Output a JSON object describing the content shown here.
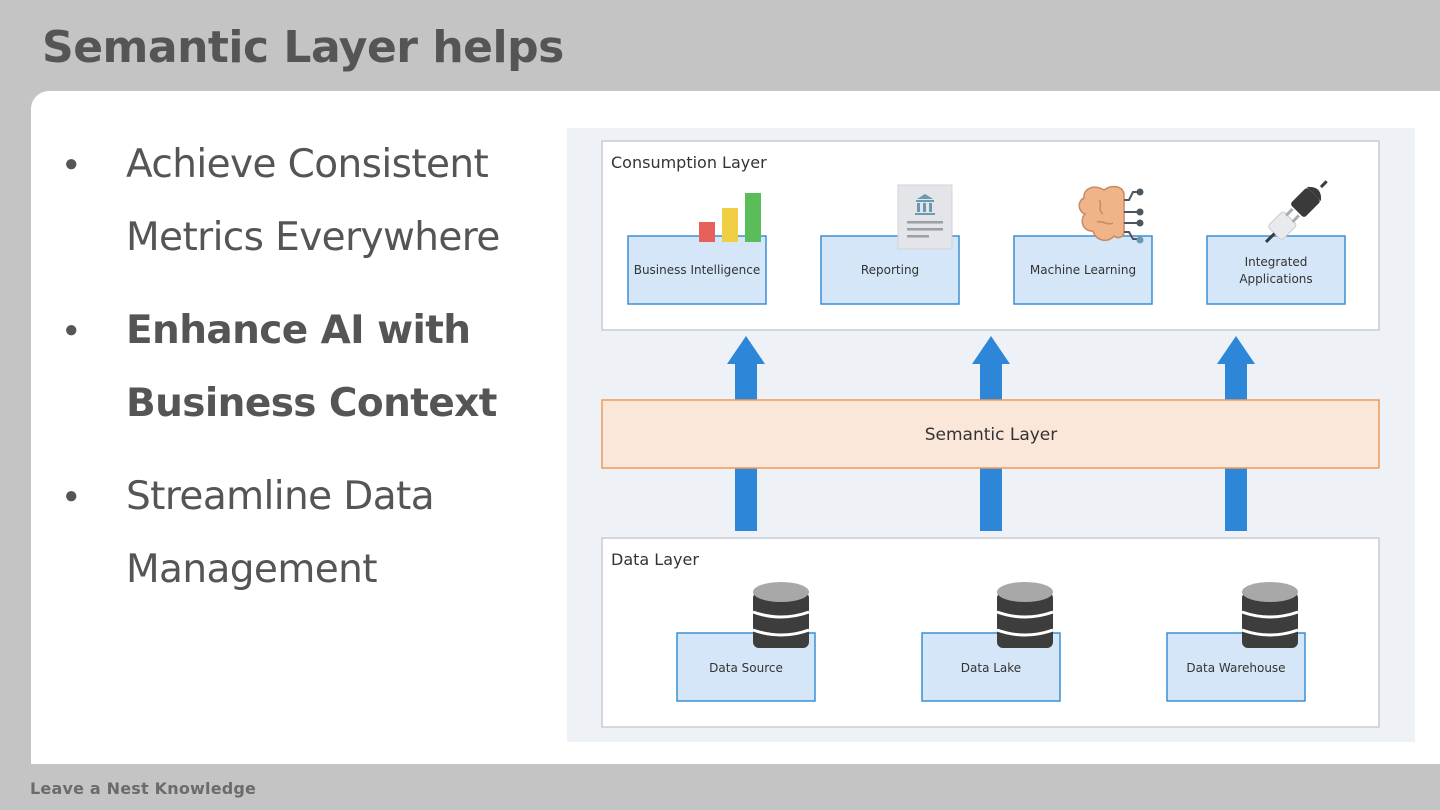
{
  "title": "Semantic Layer helps",
  "bullets": [
    {
      "text_line1": "Achieve Consistent",
      "text_line2": "Metrics Everywhere",
      "bold": false
    },
    {
      "text_line1": "Enhance AI with",
      "text_line2": "Business Context",
      "bold": true
    },
    {
      "text_line1": "Streamline Data",
      "text_line2": "Management",
      "bold": false
    }
  ],
  "footer": "Leave a Nest Knowledge",
  "diagram": {
    "consumption_layer": {
      "label": "Consumption Layer",
      "boxes": [
        {
          "label_line1": "Business Intelligence",
          "label_line2": "",
          "icon": "bar-chart-icon"
        },
        {
          "label_line1": "Reporting",
          "label_line2": "",
          "icon": "report-document-icon"
        },
        {
          "label_line1": "Machine Learning",
          "label_line2": "",
          "icon": "brain-circuit-icon"
        },
        {
          "label_line1": "Integrated",
          "label_line2": "Applications",
          "icon": "plug-icon"
        }
      ]
    },
    "semantic_layer": {
      "label": "Semantic Layer"
    },
    "data_layer": {
      "label": "Data Layer",
      "boxes": [
        {
          "label": "Data Source",
          "icon": "database-icon"
        },
        {
          "label": "Data Lake",
          "icon": "database-icon"
        },
        {
          "label": "Data Warehouse",
          "icon": "database-icon"
        }
      ]
    },
    "colors": {
      "background": "#eef2f6",
      "box_fill": "#d4e6f7",
      "box_stroke": "#3b8fd6",
      "semantic_fill": "#fbe6da",
      "semantic_stroke": "#ee9a5b",
      "arrow": "#2e86d8"
    }
  }
}
